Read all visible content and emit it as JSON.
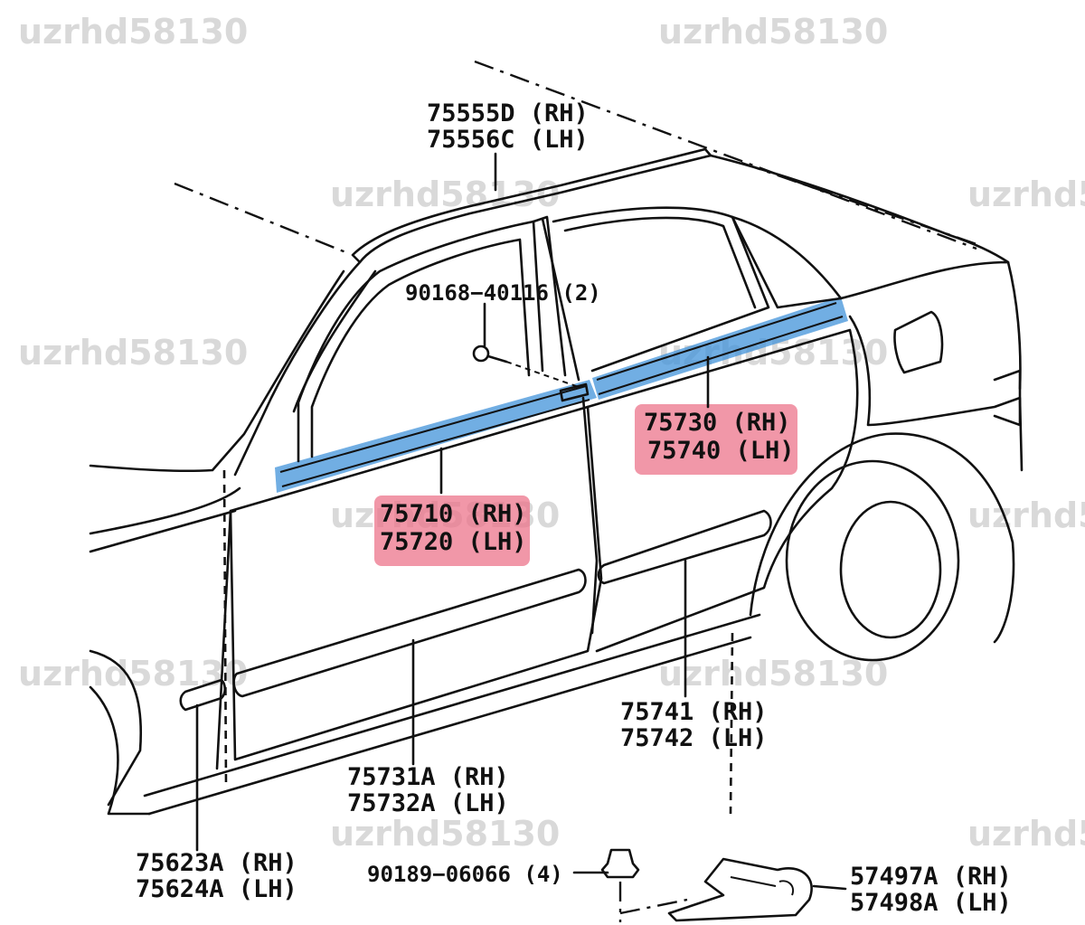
{
  "watermark": "uzrhd58130",
  "colors": {
    "highlight_blue": "#3a8fd8",
    "highlight_red": "#ec6f86",
    "line": "#111111",
    "watermark": "#d9d9d9"
  },
  "labels": {
    "roof_molding_rh": "75555D (RH)",
    "roof_molding_lh": "75556C (LH)",
    "screw": "90168−40116 (2)",
    "front_belt_rh": "75710 (RH)",
    "front_belt_lh": "75720 (LH)",
    "rear_belt_rh": "75730 (RH)",
    "rear_belt_lh": "75740 (LH)",
    "rear_side_rh": "75741 (RH)",
    "rear_side_lh": "75742 (LH)",
    "front_side_rh": "75731A (RH)",
    "front_side_lh": "75732A (LH)",
    "fender_rh": "75623A (RH)",
    "fender_lh": "75624A (LH)",
    "clip": "90189−06066 (4)",
    "bracket_rh": "57497A (RH)",
    "bracket_lh": "57498A (LH)"
  }
}
